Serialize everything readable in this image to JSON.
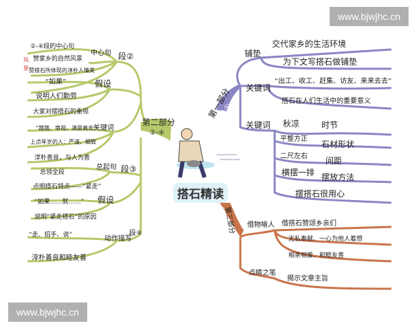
{
  "watermark_top": "www.bjwjhc.cn",
  "watermark_bottom": "www.bjwjhc.cn",
  "center": "搭石精读",
  "colors": {
    "part1": "#8a86c4",
    "part2": "#b5c96a",
    "part3": "#c9744a"
  },
  "part1": {
    "title": "第一部分",
    "para": "段①",
    "puding": {
      "label": "铺垫",
      "items": [
        "交代家乡的生活环境",
        "为下文写搭石做铺垫"
      ]
    },
    "kw1": {
      "label": "关键词",
      "items": [
        "“出工、收工、赶集、访友、来来去去”",
        "搭石在人们生活中的重要意义"
      ]
    },
    "kw2": {
      "label": "关键词",
      "pairs": [
        [
          "秋凉",
          "时节"
        ],
        [
          "平整方正",
          "石材形状"
        ],
        [
          "二尺左右",
          "间距"
        ],
        [
          "横摆一排",
          "摆放方法"
        ]
      ],
      "summary": "摆搭石很用心"
    }
  },
  "part2": {
    "title": "第二部分",
    "para": "②-④",
    "p2": {
      "label": "段②",
      "center": {
        "label": "中心句",
        "items": [
          "②-④段的中心句",
          "赞家乡的自然风景",
          "赞搭石所体现的淳朴人情美"
        ],
        "side": "风景"
      },
      "assume": {
        "label": "假设",
        "items": [
          "“如果”",
          "说明人们勤劳",
          "大家对摆搭石的重视"
        ]
      },
      "kw": {
        "label": "关键词",
        "items": [
          "“踏踏、审视、满意离去”",
          "上点年岁的人：严谨、细致",
          "淳朴善良，与人为善"
        ]
      }
    },
    "p3": {
      "label": "段③",
      "topic": {
        "label": "总起句",
        "items": [
          "总领全段",
          "点明搭石特点——“紧走”"
        ]
      },
      "assume": {
        "label": "假设",
        "items": [
          "“如果……就……”",
          "说明“紧走搭石”的原因"
        ]
      }
    },
    "p4": {
      "label": "段④",
      "action": {
        "label": "动作描写",
        "items": [
          "“走、招手、说”",
          "淳朴善良和睦友善"
        ]
      }
    }
  },
  "part3": {
    "title": "第三部分",
    "para": "段⑤",
    "metaphor": {
      "label": "借物喻人",
      "items": [
        "借搭石赞颂乡亲们",
        "无私奉献、一心为他人着想",
        "相亲相爱、和睦友善"
      ]
    },
    "climax": {
      "label": "点睛之笔",
      "items": [
        "揭示文章主旨"
      ]
    }
  }
}
